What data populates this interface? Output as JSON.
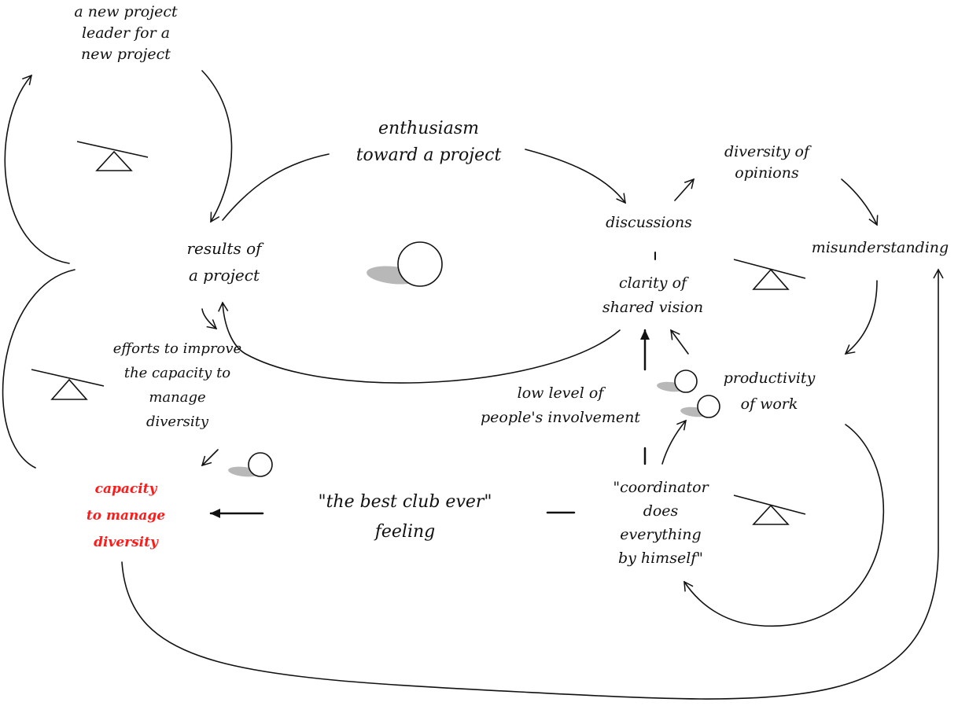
{
  "nodes": {
    "new_leader": "a new project\nleader for a\nnew project",
    "enthusiasm": "enthusiasm\ntoward a project",
    "diversity_opinions": "diversity of\nopinions",
    "discussions": "discussions",
    "misunderstanding": "misunderstanding",
    "results": "results of\na project",
    "clarity": "clarity of\nshared vision",
    "efforts": "efforts to improve\nthe capacity to\nmanage\ndiversity",
    "low_involvement": "low level of\npeople's involvement",
    "productivity": "productivity\nof work",
    "capacity": "capacity\nto  manage\ndiversity",
    "best_club": "\"the best club ever\"\nfeeling",
    "coordinator": "\"coordinator\ndoes\neverything\nby himself\""
  },
  "colors": {
    "ink": "#111111",
    "highlight": "#ff1a1a",
    "shadow": "#b8b8b8"
  },
  "symbols": {
    "balancing": "balance-seesaw",
    "reinforcing": "snowball"
  }
}
